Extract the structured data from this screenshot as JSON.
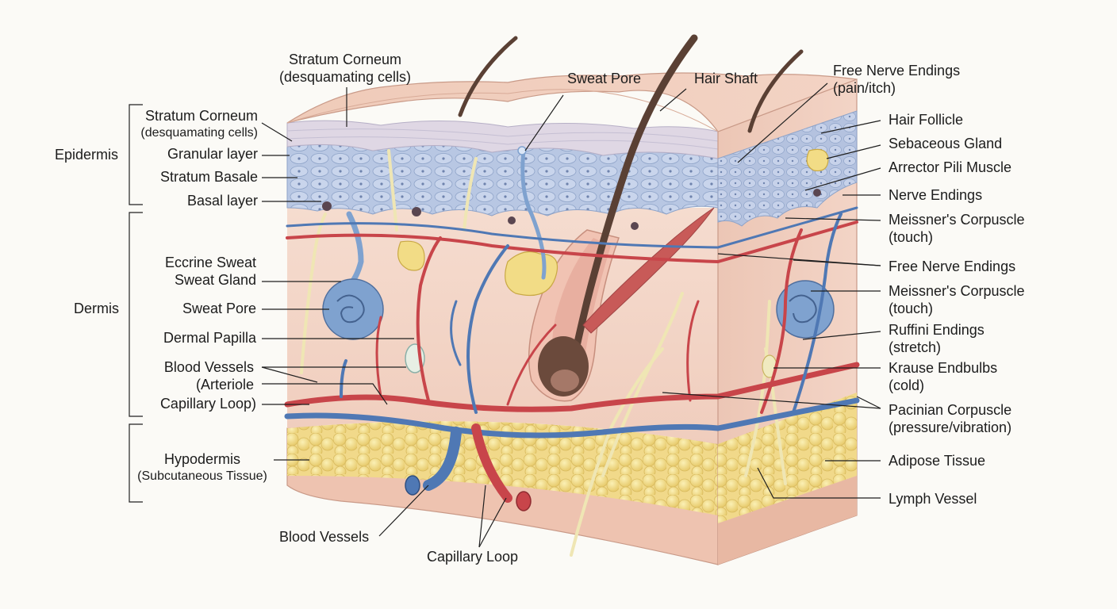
{
  "groups": {
    "epidermis": "Epidermis",
    "dermis": "Dermis"
  },
  "labels": {
    "top_corneum": {
      "name": "Stratum Corneum",
      "note": "(desquamating cells)"
    },
    "corneum": {
      "name": "Stratum Corneum",
      "note": "(desquamating cells)"
    },
    "granular": "Granular layer",
    "basale": "Stratum Basale",
    "basal": "Basal layer",
    "eccrine": {
      "line1": "Eccrine Sweat",
      "line2": "Sweat Gland"
    },
    "sweat_pore_left": "Sweat Pore",
    "dermal_papilla": "Dermal Papilla",
    "blood_vessels_left": "Blood Vessels",
    "arteriole": "(Arteriole",
    "capillary_left": "Capillary Loop)",
    "hypodermis": {
      "name": "Hypodermis",
      "note": "(Subcutaneous Tissue)"
    },
    "blood_vessels_bottom": "Blood Vessels",
    "capillary_bottom": "Capillary Loop",
    "sweat_pore_top": "Sweat Pore",
    "hair_shaft": "Hair Shaft",
    "free_nerve_top": {
      "name": "Free Nerve Endings",
      "note": "(pain/itch)"
    },
    "hair_follicle": "Hair Follicle",
    "sebaceous": "Sebaceous Gland",
    "arrector": "Arrector Pili Muscle",
    "nerve_endings": "Nerve Endings",
    "meissner1": {
      "name": "Meissner's Corpuscle",
      "note": "(touch)"
    },
    "free_nerve_mid": "Free Nerve Endings",
    "meissner2": {
      "name": "Meissner's Corpuscle",
      "note": "(touch)"
    },
    "ruffini": {
      "name": "Ruffini Endings",
      "note": "(stretch)"
    },
    "krause": {
      "name": "Krause Endbulbs",
      "note": "(cold)"
    },
    "pacinian": {
      "name": "Pacinian Corpuscle",
      "note": "(pressure/vibration)"
    },
    "adipose": "Adipose Tissue",
    "lymph": "Lymph Vessel"
  },
  "colors": {
    "surface": "#efc7b6",
    "epidermis_blue": "#b7c6e2",
    "dermis": "#f3d5c8",
    "hypodermis": "#eec3b0",
    "fat": "#f2dc86",
    "artery": "#c8454a",
    "vein": "#4f78b4",
    "nerve": "#efe6b4",
    "gland_blue": "#7fa2cf",
    "hair": "#5a4034"
  }
}
